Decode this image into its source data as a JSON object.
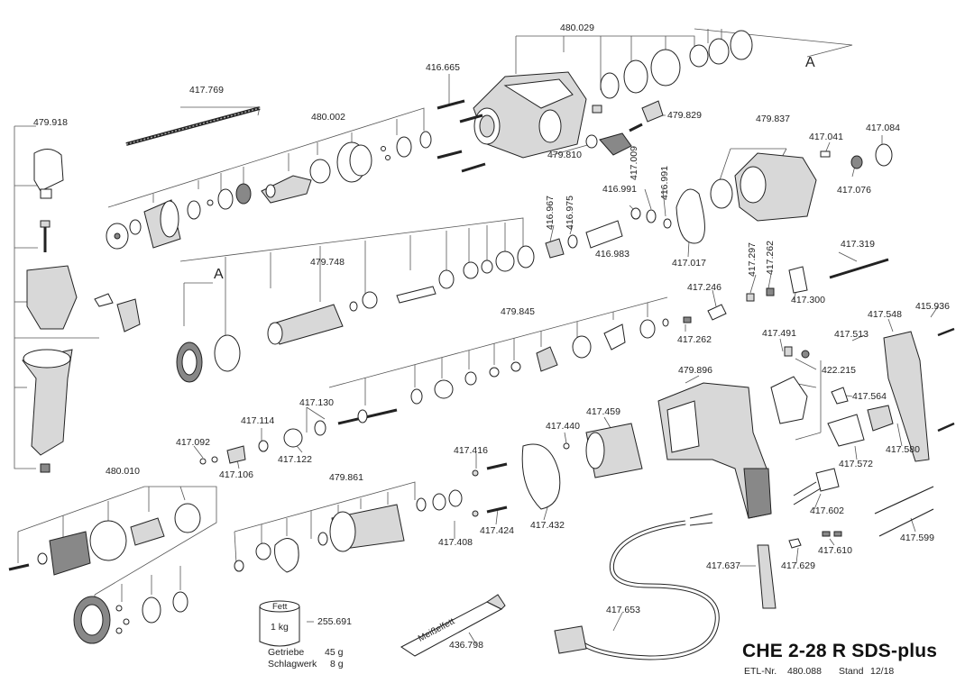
{
  "title": "CHE 2-28 R SDS-plus",
  "etl_label": "ETL-Nr.",
  "etl_number": "480.088",
  "stand_label": "Stand",
  "stand_value": "12/18",
  "section_marker": "A",
  "grease": {
    "can_top": "Fett",
    "can_amount": "1 kg",
    "can_part": "255.691",
    "tube_text": "Meißelfett",
    "tube_part": "436.798",
    "getriebe_label": "Getriebe",
    "getriebe_value": "45 g",
    "schlagwerk_label": "Schlagwerk",
    "schlagwerk_value": "8 g"
  },
  "parts": {
    "p480029": "480.029",
    "p416665": "416.665",
    "p417769": "417.769",
    "p479918": "479.918",
    "p480002": "480.002",
    "p479829": "479.829",
    "p479837": "479.837",
    "p417041": "417.041",
    "p417084": "417.084",
    "p479810": "479.810",
    "p417009": "417.009",
    "p416991a": "416.991",
    "p416991b": "416.991",
    "p417076": "417.076",
    "p416967": "416.967",
    "p416975": "416.975",
    "p416983": "416.983",
    "p417017": "417.017",
    "p417319": "417.319",
    "p479748": "479.748",
    "p417297": "417.297",
    "p417262a": "417.262",
    "p417246": "417.246",
    "p417300": "417.300",
    "p479845": "479.845",
    "p417262b": "417.262",
    "p415936": "415.936",
    "p417548": "417.548",
    "p417491": "417.491",
    "p417513": "417.513",
    "p479896": "479.896",
    "p422215": "422.215",
    "p417564": "417.564",
    "p417130": "417.130",
    "p417114": "417.114",
    "p417092": "417.092",
    "p417459": "417.459",
    "p417440": "417.440",
    "p417580": "417.580",
    "p417572": "417.572",
    "p417122": "417.122",
    "p417106": "417.106",
    "p417416": "417.416",
    "p480010": "480.010",
    "p479861": "479.861",
    "p417602": "417.602",
    "p417432": "417.432",
    "p417424": "417.424",
    "p417408": "417.408",
    "p417599": "417.599",
    "p417610": "417.610",
    "p417637": "417.637",
    "p417629": "417.629",
    "p417653": "417.653"
  }
}
